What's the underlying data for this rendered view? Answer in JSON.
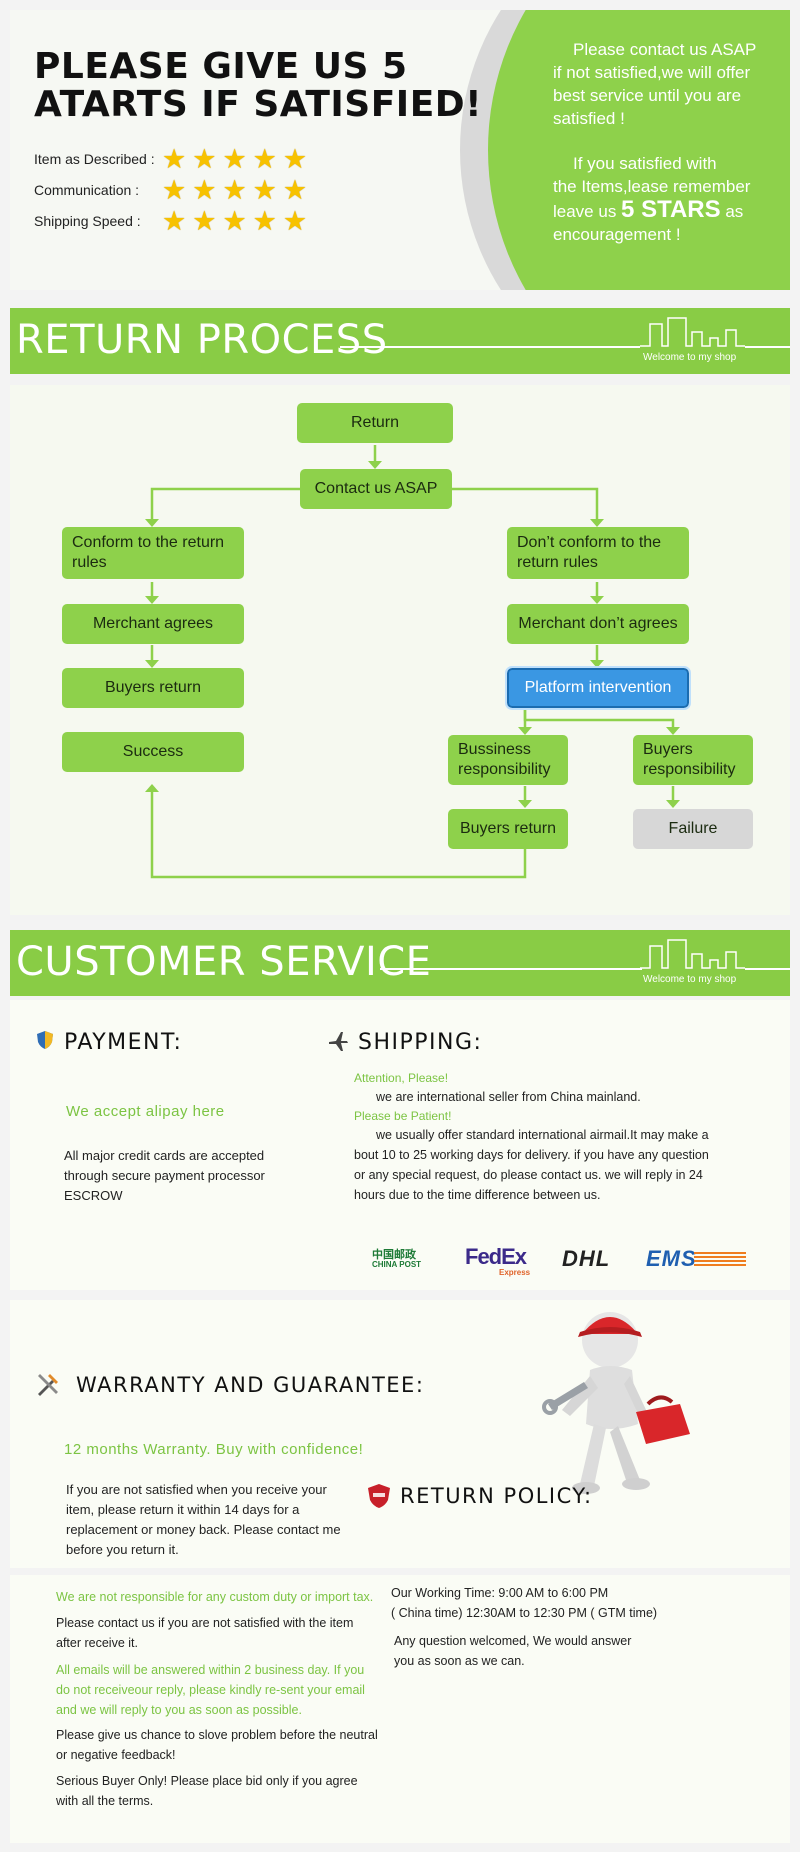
{
  "rating": {
    "title_line1": "PLEASE GIVE US 5",
    "title_line2": "ATARTS IF SATISFIED!",
    "rows": [
      {
        "label": "Item as Described :",
        "stars": 5
      },
      {
        "label": "Communication  :",
        "stars": 5
      },
      {
        "label": "Shipping Speed :",
        "stars": 5
      }
    ],
    "msg1": [
      "Please contact us ASAP",
      "if not satisfied,we will offer",
      "best service until you are",
      "satisfied !"
    ],
    "msg2_a": [
      "If you satisfied with",
      "the Items,lease remember"
    ],
    "msg2_b_prefix": "leave us ",
    "msg2_b_big": "5 STARS",
    "msg2_b_suffix": " as",
    "msg2_c": "encouragement !"
  },
  "return_bar": {
    "title": "RETURN PROCESS",
    "welcome": "Welcome to my shop"
  },
  "flow": {
    "return": "Return",
    "contact": "Contact us ASAP",
    "conform": "Conform to the return rules",
    "not_conform": "Don’t conform to the return rules",
    "merchant_agrees": "Merchant agrees",
    "merchant_dont": "Merchant don’t agrees",
    "buyers_return_left": "Buyers return",
    "platform": "Platform intervention",
    "success": "Success",
    "business_resp": "Bussiness responsibility",
    "buyers_resp": "Buyers responsibility",
    "buyers_return_right": "Buyers return",
    "failure": "Failure"
  },
  "cs_bar": {
    "title": "CUSTOMER SERVICE",
    "welcome": "Welcome to my shop"
  },
  "payment": {
    "heading": "PAYMENT:",
    "alipay": "We accept alipay here",
    "text": [
      "All major credit cards are accepted",
      "through secure payment processor",
      "ESCROW"
    ]
  },
  "shipping": {
    "heading": "SHIPPING:",
    "attention": "Attention, Please!",
    "line1": "we are international seller from China mainland.",
    "patient": "Please be Patient!",
    "para": [
      "we usually offer standard international airmail.It may make a",
      "bout 10 to 25 working days for delivery. if you have any question",
      " or any special request, do please contact us. we will reply in 24",
      "hours due to the time difference between us."
    ],
    "carriers": [
      "中国邮政",
      "CHINA POST",
      "FedEx",
      "Express",
      "DHL",
      "EMS"
    ]
  },
  "warranty": {
    "heading": "WARRANTY AND GUARANTEE:",
    "green": "12 months Warranty. Buy with confidence!",
    "text": [
      "If you are not satisfied when you receive your",
      "item, please return it within 14 days for a",
      "replacement or money back. Please contact me",
      "before you return it."
    ]
  },
  "return_policy": {
    "heading": "RETURN POLICY:",
    "custom": "We are not responsible for any custom duty or import tax.",
    "contact": [
      "Please contact us if you are not satisfied with the item",
      "after receive it."
    ],
    "emails": [
      "All emails will be answered within 2 business day. If you",
      "do not receiveour reply, please kindly re-sent your email",
      "and we will reply to you as soon as possible."
    ],
    "chance": [
      "Please give us chance to slove problem before the neutral",
      "or negative feedback!"
    ],
    "serious": [
      "Serious Buyer Only! Please place bid only if you agree",
      "with all the terms."
    ],
    "hours": [
      "Our Working Time: 9:00 AM to 6:00 PM",
      "( China time) 12:30AM to 12:30 PM ( GTM time)"
    ],
    "welcome": [
      "Any question welcomed, We would answer",
      "you as soon as we can."
    ]
  }
}
